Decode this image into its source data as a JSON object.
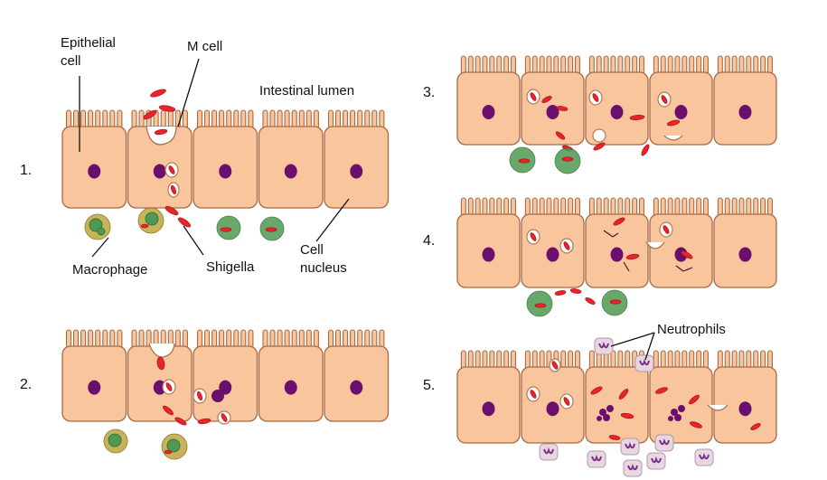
{
  "labels": {
    "epithelial_cell": [
      "Epithelial",
      "cell"
    ],
    "m_cell": "M cell",
    "intestinal_lumen": "Intestinal lumen",
    "macrophage": "Macrophage",
    "shigella": "Shigella",
    "cell_nucleus": [
      "Cell",
      "nucleus"
    ],
    "neutrophils": "Neutrophils"
  },
  "steps": [
    "1.",
    "2.",
    "3.",
    "4.",
    "5."
  ],
  "colors": {
    "cell_fill": "#f9c59c",
    "cell_outline": "#a86a43",
    "nucleus": "#6b0f6e",
    "bacterium": "#e8232b",
    "macrophage_green": "#4e9a52",
    "macrophage_yellow": "#c8b25a",
    "neutrophil": "#e8d6e0"
  }
}
